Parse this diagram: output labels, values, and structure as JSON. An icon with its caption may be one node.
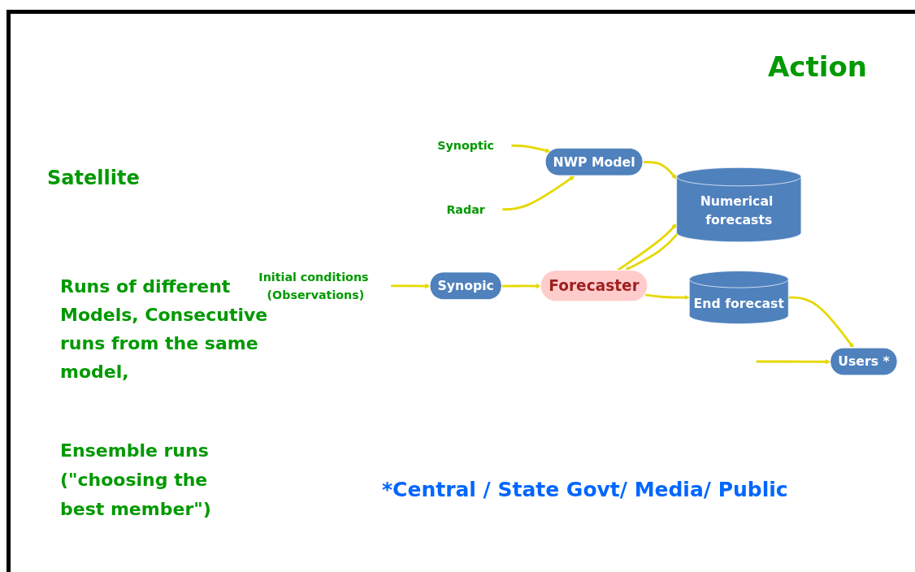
{
  "diagram": {
    "nodes": [
      {
        "text": [
          "Initial conditions (Observations)"
        ]
      },
      {
        "text": [
          "Synopic"
        ]
      },
      {
        "text": [
          "Synoptic"
        ]
      },
      {
        "text": [
          "Forecaster"
        ]
      },
      {
        "text": [
          "NWP Model"
        ]
      },
      {
        "text": [
          "Users *"
        ]
      },
      {
        "text": [
          "Radar"
        ]
      },
      {
        "text": [
          "Numerical forecasts"
        ]
      },
      {
        "text": [
          "End forecast"
        ]
      }
    ],
    "edges": [
      {
        "from": 0,
        "to": 1,
        "arrow": "to"
      },
      {
        "from": 1,
        "to": 3,
        "arrow": "to"
      },
      {
        "from": 2,
        "to": 4,
        "arrow": "to"
      },
      {
        "from": 6,
        "to": 4,
        "arrow": "to"
      },
      {
        "from": 4,
        "to": 7,
        "arrow": "to"
      },
      {
        "from": 7,
        "to": 3,
        "arrow": "to"
      },
      {
        "from": 3,
        "to": 7,
        "arrow": "to"
      },
      {
        "from": 3,
        "to": 8,
        "arrow": "to"
      },
      {
        "from": 8,
        "to": 5,
        "arrow": "to"
      },
      {
        "from": null,
        "to": 5,
        "arrow": "to"
      }
    ],
    "labels": [
      "Action",
      "Satellite",
      "Runs of different Models, Consecutive runs from the same model,",
      "Ensemble runs (\"choosing the best member\")",
      "*Central / State Govt/ Media/ Public"
    ]
  }
}
